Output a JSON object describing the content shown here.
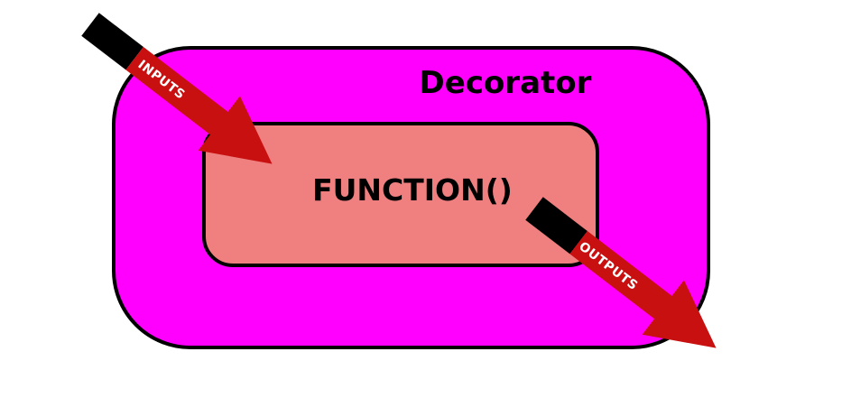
{
  "diagram": {
    "outer_label": "Decorator",
    "inner_label": "FUNCTION()",
    "input_label": "INPUTS",
    "output_label": "OUTPUTS"
  },
  "colors": {
    "outer_fill": "#ff00ff",
    "inner_fill": "#f08080",
    "arrow_fill": "#c81010",
    "arrow_tail": "#000000",
    "stroke": "#000000",
    "arrow_text": "#ffffff"
  }
}
